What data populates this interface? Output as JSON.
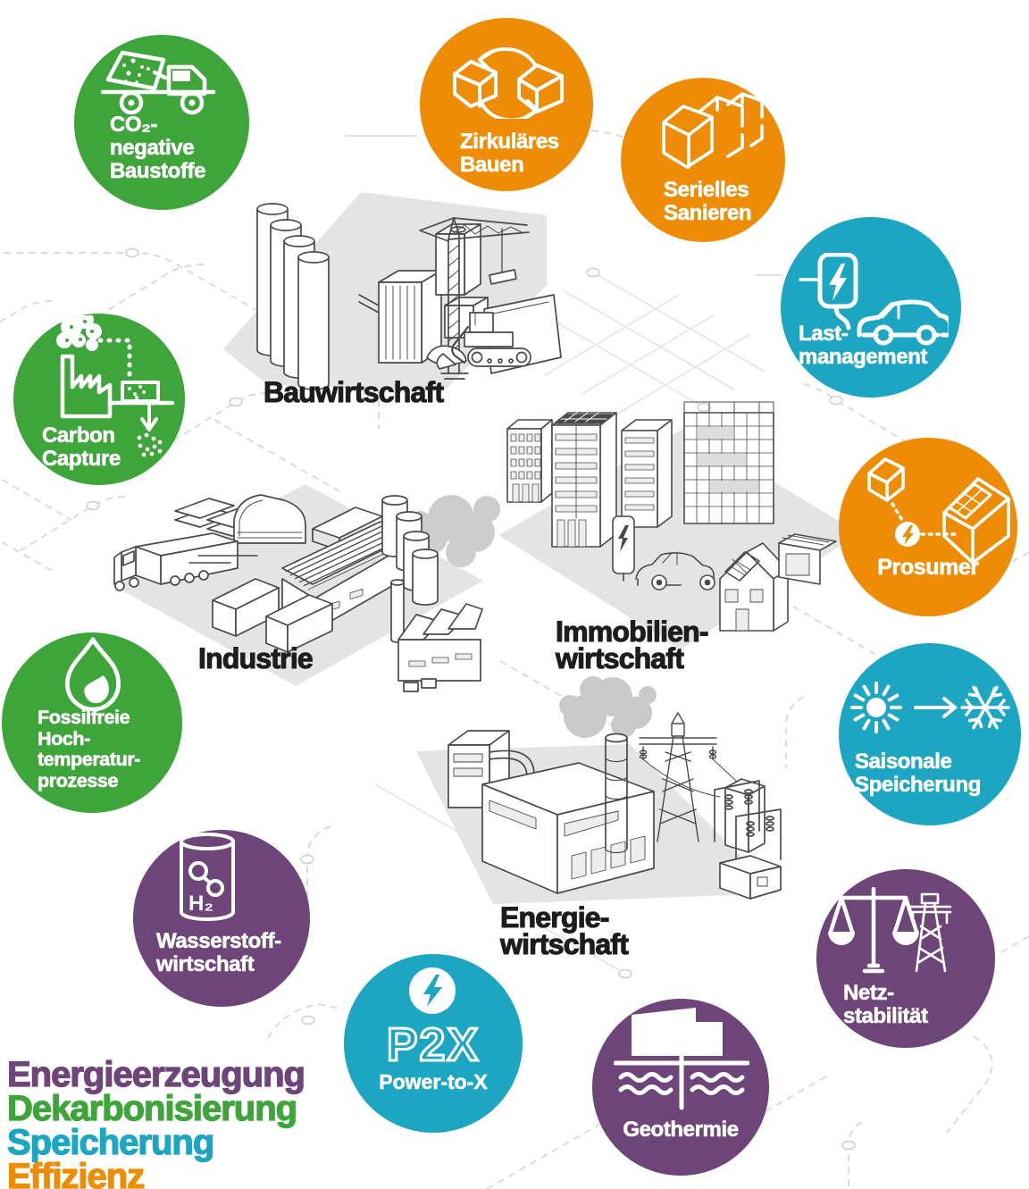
{
  "palette": {
    "green": "#3EA53B",
    "orange": "#EE8D05",
    "cyan": "#1CA6C1",
    "purple": "#6E4579",
    "ink": "#1D1D1B",
    "art_stroke": "#4A4A49",
    "platform_gray": "#E4E4E4",
    "network_gray": "#DBDBDB",
    "smoke_gray": "#C9C9C9"
  },
  "sectors": [
    {
      "id": "bauwirtschaft",
      "label": "Bauwirtschaft"
    },
    {
      "id": "industrie",
      "label": "Industrie"
    },
    {
      "id": "immobilienwirtschaft",
      "lines": [
        "Immobilien-",
        "wirtschaft"
      ]
    },
    {
      "id": "energiewirtschaft",
      "lines": [
        "Energie-",
        "wirtschaft"
      ]
    }
  ],
  "bubbles": [
    {
      "id": "co2-negative-baustoffe",
      "category": "Dekarbonisierung",
      "color": "green",
      "icon": "mixer-truck-icon",
      "lines": [
        "CO₂-",
        "negative",
        "Baustoffe"
      ]
    },
    {
      "id": "zirkulaeres-bauen",
      "category": "Effizienz",
      "color": "orange",
      "icon": "house-recycle-icon",
      "lines": [
        "Zirkuläres",
        "Bauen"
      ]
    },
    {
      "id": "serielles-sanieren",
      "category": "Effizienz",
      "color": "orange",
      "icon": "row-houses-icon",
      "lines": [
        "Serielles",
        "Sanieren"
      ]
    },
    {
      "id": "lastmanagement",
      "category": "Speicherung",
      "color": "cyan",
      "icon": "ev-charging-icon",
      "lines": [
        "Last-",
        "management"
      ]
    },
    {
      "id": "carbon-capture",
      "category": "Dekarbonisierung",
      "color": "green",
      "icon": "carbon-capture-icon",
      "lines": [
        "Carbon",
        "Capture"
      ]
    },
    {
      "id": "prosumer",
      "category": "Effizienz",
      "color": "orange",
      "icon": "prosumer-flow-icon",
      "lines": [
        "Prosumer"
      ]
    },
    {
      "id": "fossilfreie-hochtemperaturprozesse",
      "category": "Dekarbonisierung",
      "color": "green",
      "icon": "flame-icon",
      "lines": [
        "Fossilfreie",
        "Hoch-",
        "temperatur-",
        "prozesse"
      ]
    },
    {
      "id": "saisonale-speicherung",
      "category": "Speicherung",
      "color": "cyan",
      "icon": "sun-to-snowflake-icon",
      "lines": [
        "Saisonale",
        "Speicherung"
      ]
    },
    {
      "id": "wasserstoffwirtschaft",
      "category": "Energieerzeugung",
      "color": "purple",
      "icon": "hydrogen-barrel-icon",
      "icon_label": "H₂",
      "lines": [
        "Wasserstoff-",
        "wirtschaft"
      ]
    },
    {
      "id": "netzstabilitaet",
      "category": "Energieerzeugung",
      "color": "purple",
      "icon": "scales-pylon-icon",
      "lines": [
        "Netz-",
        "stabilität"
      ]
    },
    {
      "id": "p2x-power-to-x",
      "category": "Speicherung",
      "color": "cyan",
      "icon": "lightning-disc-icon",
      "big": "P2X",
      "sub": "Power-to-X"
    },
    {
      "id": "geothermie",
      "category": "Energieerzeugung",
      "color": "purple",
      "icon": "geothermal-icon",
      "lines": [
        "Geothermie"
      ]
    }
  ],
  "legend": {
    "items": [
      {
        "label": "Energieerzeugung",
        "color": "purple"
      },
      {
        "label": "Dekarbonisierung",
        "color": "green"
      },
      {
        "label": "Speicherung",
        "color": "cyan"
      },
      {
        "label": "Effizienz",
        "color": "orange"
      }
    ]
  }
}
